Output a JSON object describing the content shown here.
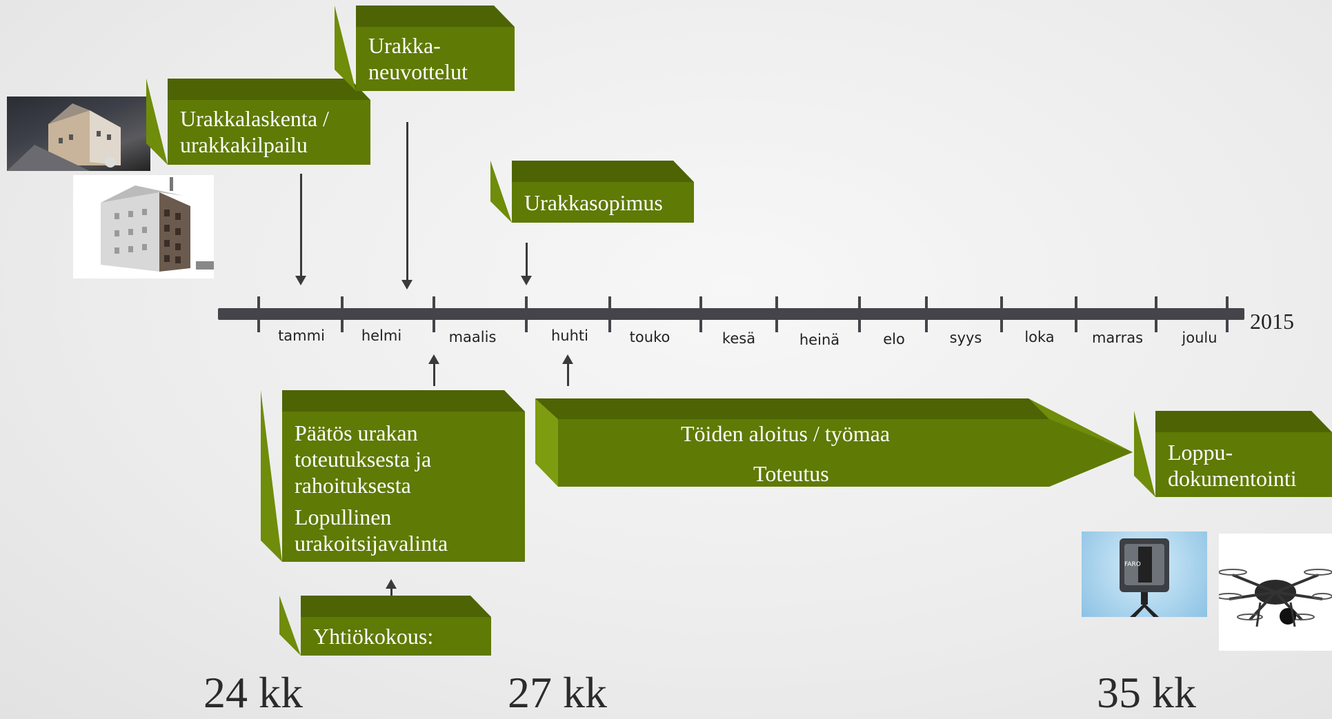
{
  "timeline": {
    "months": [
      "tammi",
      "helmi",
      "maalis",
      "huhti",
      "touko",
      "kesä",
      "heinä",
      "elo",
      "syys",
      "loka",
      "marras",
      "joulu"
    ],
    "year": "2015"
  },
  "phases": {
    "urakkalaskenta": [
      "Urakkalaskenta /",
      "urakkakilpailu"
    ],
    "neuvottelut": [
      "Urakka-",
      "neuvottelut"
    ],
    "sopimus": "Urakkasopimus",
    "paatos": [
      "Päätös urakan",
      "toteutuksesta ja",
      "rahoituksesta",
      "Lopullinen",
      "urakoitsijavalinta"
    ],
    "yhtiokokous": "Yhtiökokous:",
    "toiden_aloitus": "Töiden aloitus / työmaa",
    "toteutus": "Toteutus",
    "loppudokumentointi": [
      "Loppu-",
      "dokumentointi"
    ]
  },
  "durations": {
    "kk24": "24 kk",
    "kk27": "27 kk",
    "kk35": "35 kk"
  },
  "images": {
    "scan_photo": "point-cloud-street-image",
    "building_model": "building-point-cloud-model-image",
    "scanner": "faro-laser-scanner-image",
    "drone": "hexacopter-drone-image",
    "scanner_label": "FARO"
  },
  "colors": {
    "box_front": "#5f7a05",
    "box_top": "#4d6304",
    "box_side": "#6f8c0a",
    "axis": "#45444a"
  }
}
